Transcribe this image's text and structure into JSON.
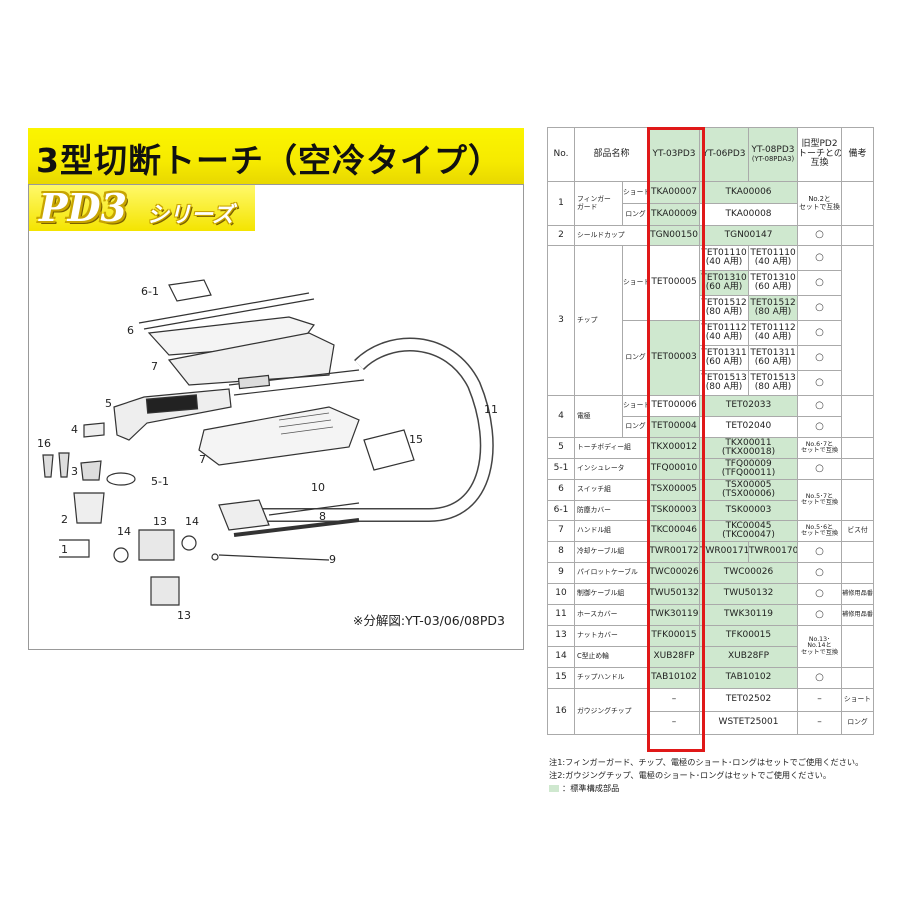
{
  "title": "3型切断トーチ（空冷タイプ）",
  "series": {
    "main": "PD3",
    "sub": "シリーズ"
  },
  "diagram": {
    "caption": "※分解図:YT-03/06/08PD3",
    "callouts": [
      "6-1",
      "6",
      "7",
      "5",
      "4",
      "16",
      "3",
      "5-1",
      "7",
      "2",
      "1",
      "14",
      "13",
      "14",
      "13",
      "8",
      "9",
      "10",
      "11",
      "15"
    ]
  },
  "table": {
    "headers": {
      "no": "No.",
      "name": "部品名称",
      "col1": "YT-03PD3",
      "col2": "YT-06PD3",
      "col3": "YT-08PD3",
      "col3_sub": "(YT-08PDA3)",
      "old": [
        "旧型PD2",
        "トーチとの",
        "互換"
      ],
      "remarks": "備考"
    },
    "rows": {
      "r1": {
        "no": "1",
        "name": [
          "フィンガー",
          "ガード"
        ],
        "short": "ショート",
        "long": "ロング",
        "short_c1": "TKA00007",
        "short_c23": "TKA00006",
        "long_c1": "TKA00009",
        "long_c23": "TKA00008",
        "compat": [
          "No.2と",
          "セットで互換"
        ]
      },
      "r2": {
        "no": "2",
        "name": "シールドカップ",
        "c1": "TGN00150",
        "c23": "TGN00147",
        "compat": "○"
      },
      "r3": {
        "no": "3",
        "name": "チップ",
        "short": "ショート",
        "long": "ロング",
        "short_c1": "TET00005",
        "long_c1": "TET00003",
        "sub": [
          {
            "c2": "TET01110",
            "c2b": "(40 A用)",
            "c3": "TET01110",
            "c3b": "(40 A用)",
            "compat": "○"
          },
          {
            "c2": "TET01310",
            "c2b": "(60 A用)",
            "c3": "TET01310",
            "c3b": "(60 A用)",
            "compat": "○"
          },
          {
            "c2": "TET01512",
            "c2b": "(80 A用)",
            "c3": "TET01512",
            "c3b": "(80 A用)",
            "compat": "○"
          },
          {
            "c2": "TET01112",
            "c2b": "(40 A用)",
            "c3": "TET01112",
            "c3b": "(40 A用)",
            "compat": "○"
          },
          {
            "c2": "TET01311",
            "c2b": "(60 A用)",
            "c3": "TET01311",
            "c3b": "(60 A用)",
            "compat": "○"
          },
          {
            "c2": "TET01513",
            "c2b": "(80 A用)",
            "c3": "TET01513",
            "c3b": "(80 A用)",
            "compat": "○"
          }
        ]
      },
      "r4": {
        "no": "4",
        "name": "電極",
        "short": "ショート",
        "long": "ロング",
        "short_c1": "TET00006",
        "short_c23": "TET02033",
        "short_compat": "○",
        "long_c1": "TET00004",
        "long_c23": "TET02040",
        "long_compat": "○"
      },
      "r5": {
        "no": "5",
        "name": "トーチボディー組",
        "c1": "TKX00012",
        "c23": "TKX00011",
        "c23b": "(TKX00018)",
        "compat": [
          "No.6･7と",
          "セットで互換"
        ]
      },
      "r51": {
        "no": "5-1",
        "name": "インシュレータ",
        "c1": "TFQ00010",
        "c23": "TFQ00009",
        "c23b": "(TFQ00011)",
        "compat": "○"
      },
      "r6": {
        "no": "6",
        "name": "スイッチ組",
        "c1": "TSX00005",
        "c23": "TSX00005",
        "c23b": "(TSX00006)"
      },
      "r6compat": [
        "No.5･7と",
        "セットで互換"
      ],
      "r61": {
        "no": "6-1",
        "name": "防塵カバー",
        "c1": "TSK00003",
        "c23": "TSK00003"
      },
      "r7": {
        "no": "7",
        "name": "ハンドル組",
        "c1": "TKC00046",
        "c23": "TKC00045",
        "c23b": "(TKC00047)",
        "compat": [
          "No.5･6と",
          "セットで互換"
        ],
        "remark": "ビス付"
      },
      "r8": {
        "no": "8",
        "name": "冷却ケーブル組",
        "c1": "TWR00172",
        "c2": "TWR00171",
        "c3": "TWR00170",
        "compat": "○"
      },
      "r9": {
        "no": "9",
        "name": "パイロットケーブル",
        "c1": "TWC00026",
        "c23": "TWC00026",
        "compat": "○"
      },
      "r10": {
        "no": "10",
        "name": "制御ケーブル組",
        "c1": "TWU50132",
        "c23": "TWU50132",
        "compat": "○",
        "remark": "補修用品番"
      },
      "r11": {
        "no": "11",
        "name": "ホースカバー",
        "c1": "TWK30119",
        "c23": "TWK30119",
        "compat": "○",
        "remark": "補修用品番"
      },
      "r13": {
        "no": "13",
        "name": "ナットカバー",
        "c1": "TFK00015",
        "c23": "TFK00015"
      },
      "r1314compat": [
        "No.13･",
        "No.14と",
        "セットで互換"
      ],
      "r14": {
        "no": "14",
        "name": "C型止め輪",
        "c1": "XUB28FP",
        "c23": "XUB28FP"
      },
      "r15": {
        "no": "15",
        "name": "チップハンドル",
        "c1": "TAB10102",
        "c23": "TAB10102",
        "compat": "○"
      },
      "r16": {
        "no": "16",
        "name": "ガウジングチップ",
        "a_c1": "–",
        "a_c23": "TET02502",
        "a_compat": "–",
        "a_remark": "ショート",
        "b_c1": "–",
        "b_c23": "WSTET25001",
        "b_compat": "–",
        "b_remark": "ロング"
      }
    }
  },
  "notes": [
    "注1:フィンガーガード、チップ、電極のショート･ロングはセットでご使用ください。",
    "注2:ガウジングチップ、電極のショート･ロングはセットでご使用ください。",
    "：標準構成部品"
  ],
  "colors": {
    "standard_part_green": "#cfe8cf",
    "highlight_frame": "#e01818",
    "title_yellow": "#f6ea00"
  }
}
